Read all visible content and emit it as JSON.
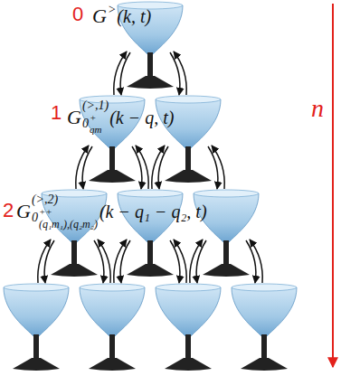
{
  "diagram": {
    "labels": [
      "0",
      "G",
      ">",
      "(k, t)",
      "1",
      "G",
      "(>,1)",
      "0",
      "+",
      "qm",
      "(k − q, t)",
      "2",
      "G",
      "(>,2)",
      "0",
      "++",
      "(q₁m₁),(q₂m₂)",
      "(k − q₁ − q₂, t)",
      "n"
    ]
  }
}
